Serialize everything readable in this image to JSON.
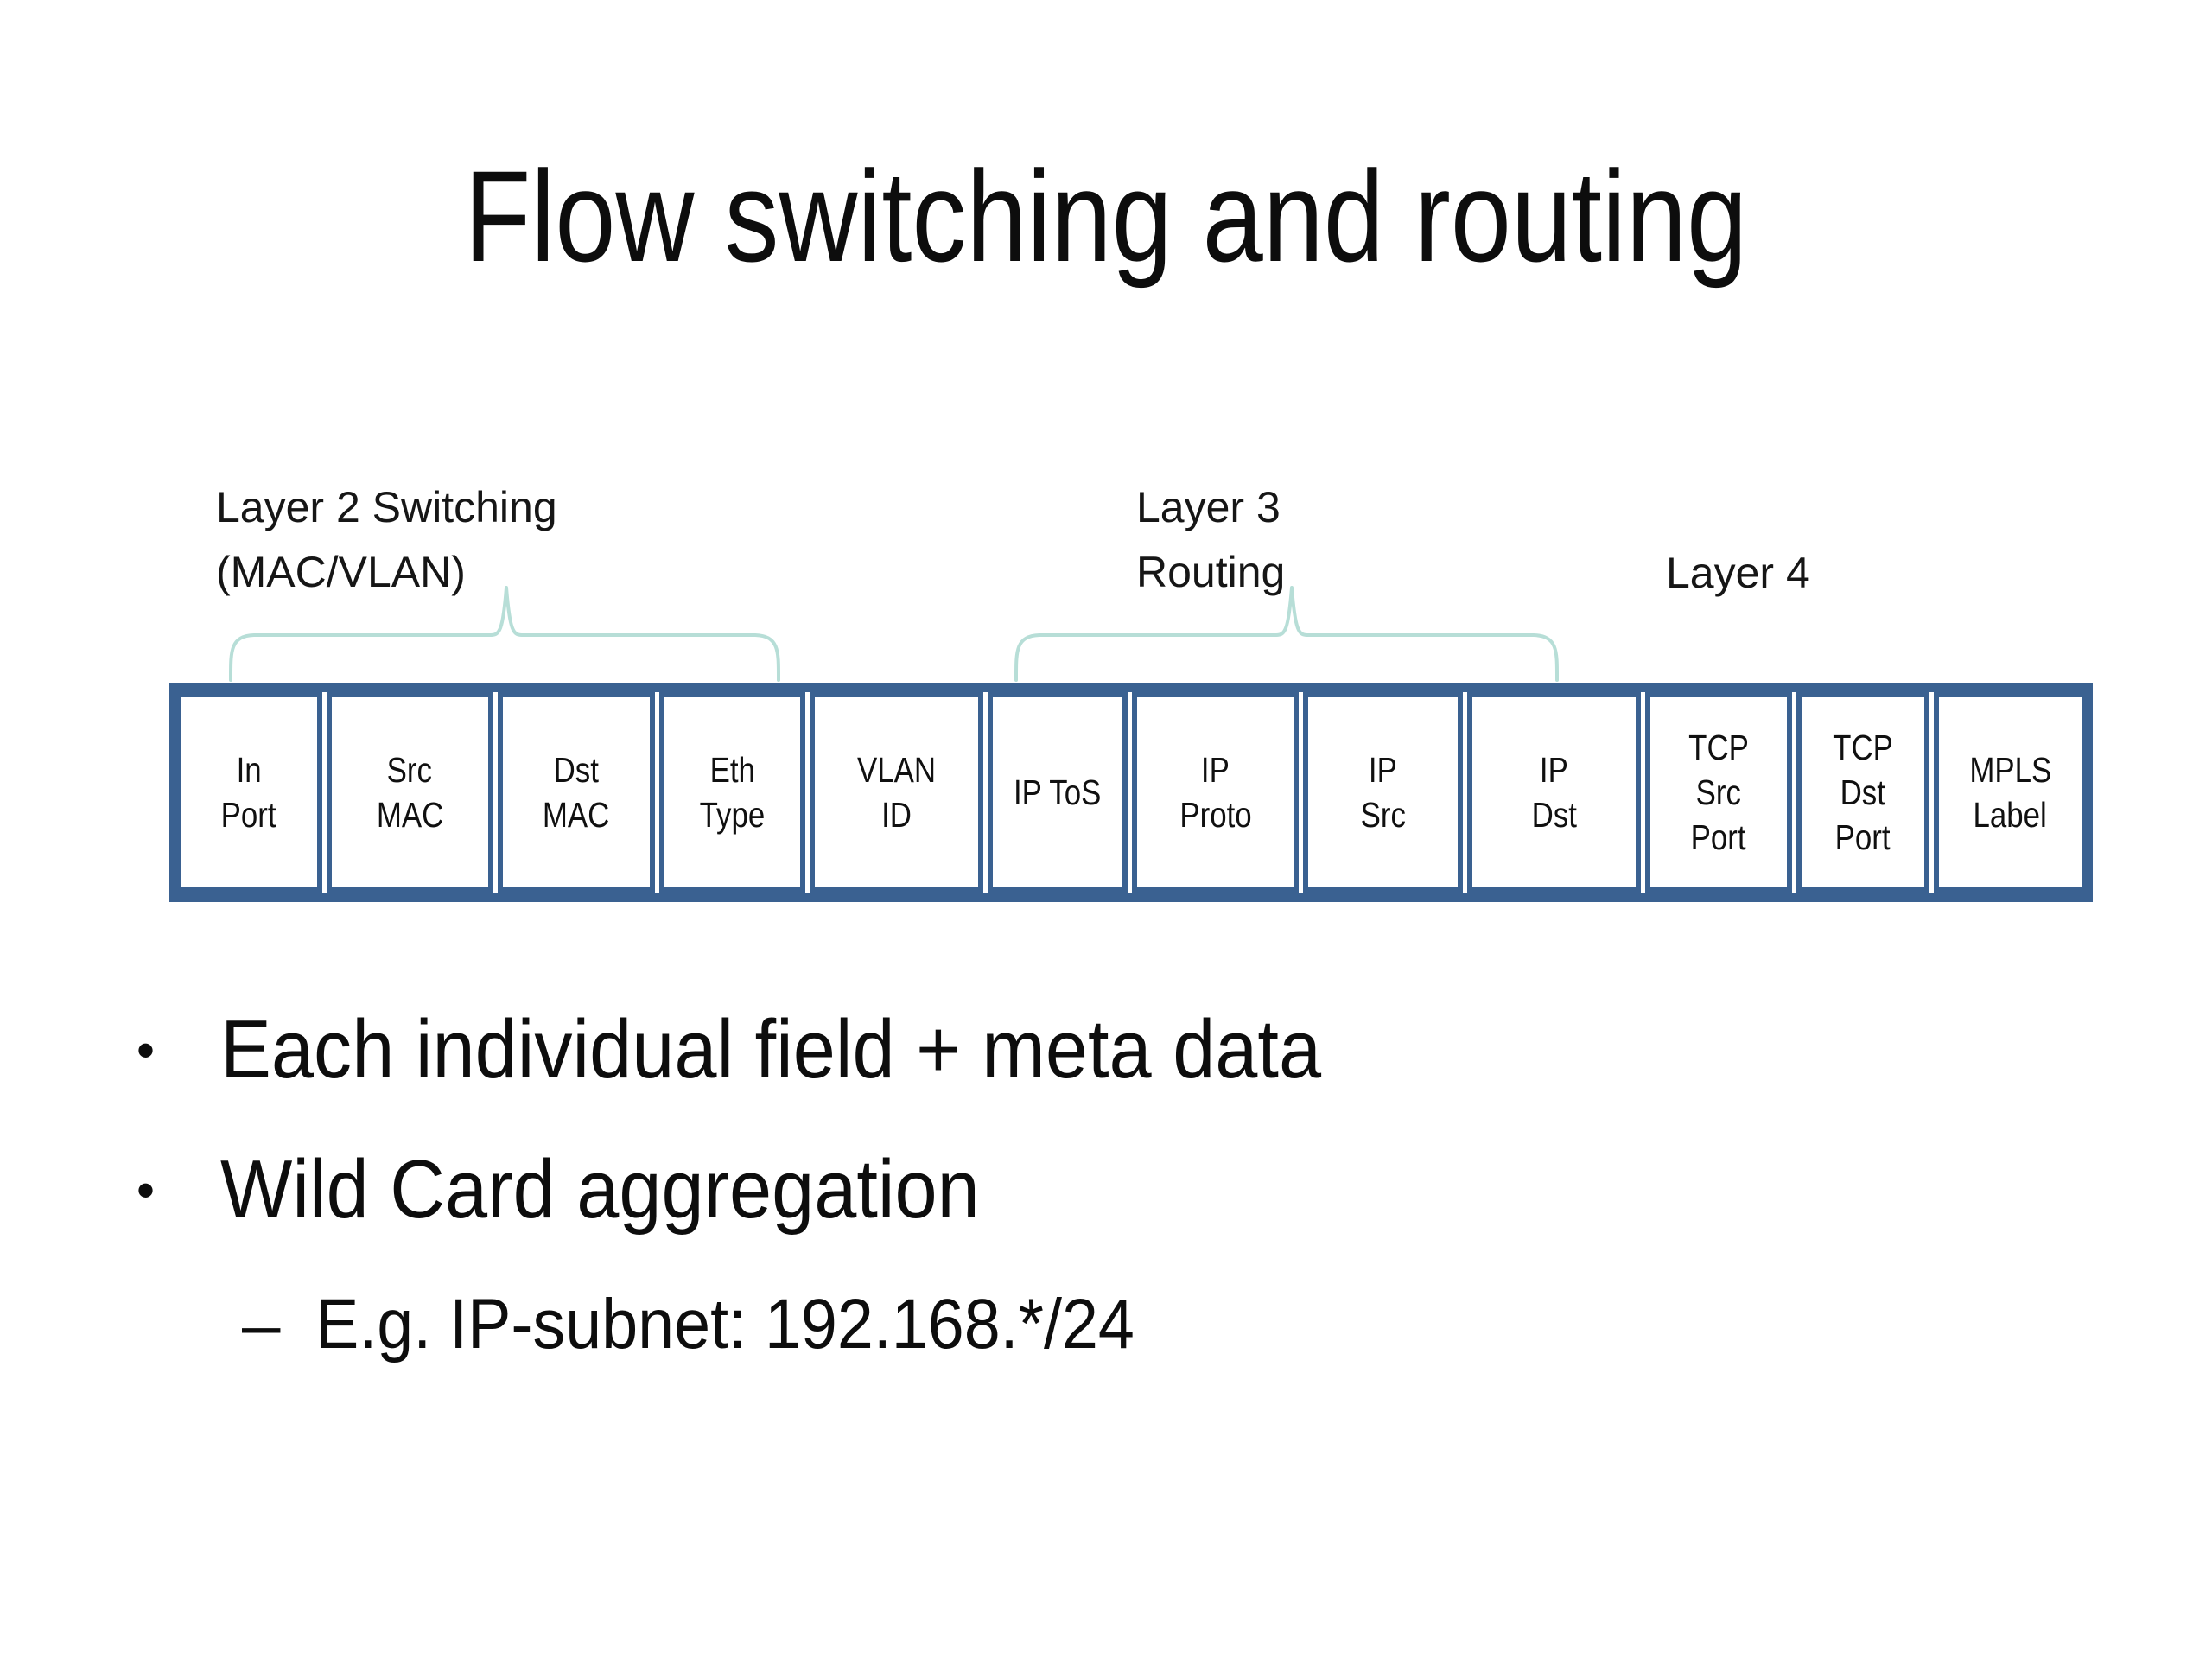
{
  "slide": {
    "title": "Flow switching and routing",
    "colors": {
      "field_border": "#3a6191",
      "brace": "#b7ded7",
      "text": "#121212",
      "background": "#ffffff"
    },
    "diagram": {
      "labels": {
        "layer2_line1": "Layer 2 Switching",
        "layer2_line2": "(MAC/VLAN)",
        "layer3_line1": "Layer 3",
        "layer3_line2": "Routing",
        "layer4": "Layer 4"
      },
      "fields": [
        {
          "lines": [
            "In",
            "Port"
          ]
        },
        {
          "lines": [
            "Src",
            "MAC"
          ]
        },
        {
          "lines": [
            "Dst",
            "MAC"
          ]
        },
        {
          "lines": [
            "Eth",
            "Type"
          ]
        },
        {
          "lines": [
            "VLAN",
            "ID"
          ]
        },
        {
          "lines": [
            "IP ToS"
          ]
        },
        {
          "lines": [
            "IP",
            "Proto"
          ]
        },
        {
          "lines": [
            "IP",
            "Src"
          ]
        },
        {
          "lines": [
            "IP",
            "Dst"
          ]
        },
        {
          "lines": [
            "TCP",
            "Src",
            "Port"
          ]
        },
        {
          "lines": [
            "TCP",
            "Dst",
            "Port"
          ]
        },
        {
          "lines": [
            "MPLS",
            "Label"
          ]
        }
      ]
    },
    "bullets": {
      "marker_level1": "•",
      "marker_level2": "–",
      "item1": "Each individual field + meta data",
      "item2": "Wild Card aggregation",
      "item2_sub1": "E.g. IP-subnet: 192.168.*/24"
    }
  }
}
